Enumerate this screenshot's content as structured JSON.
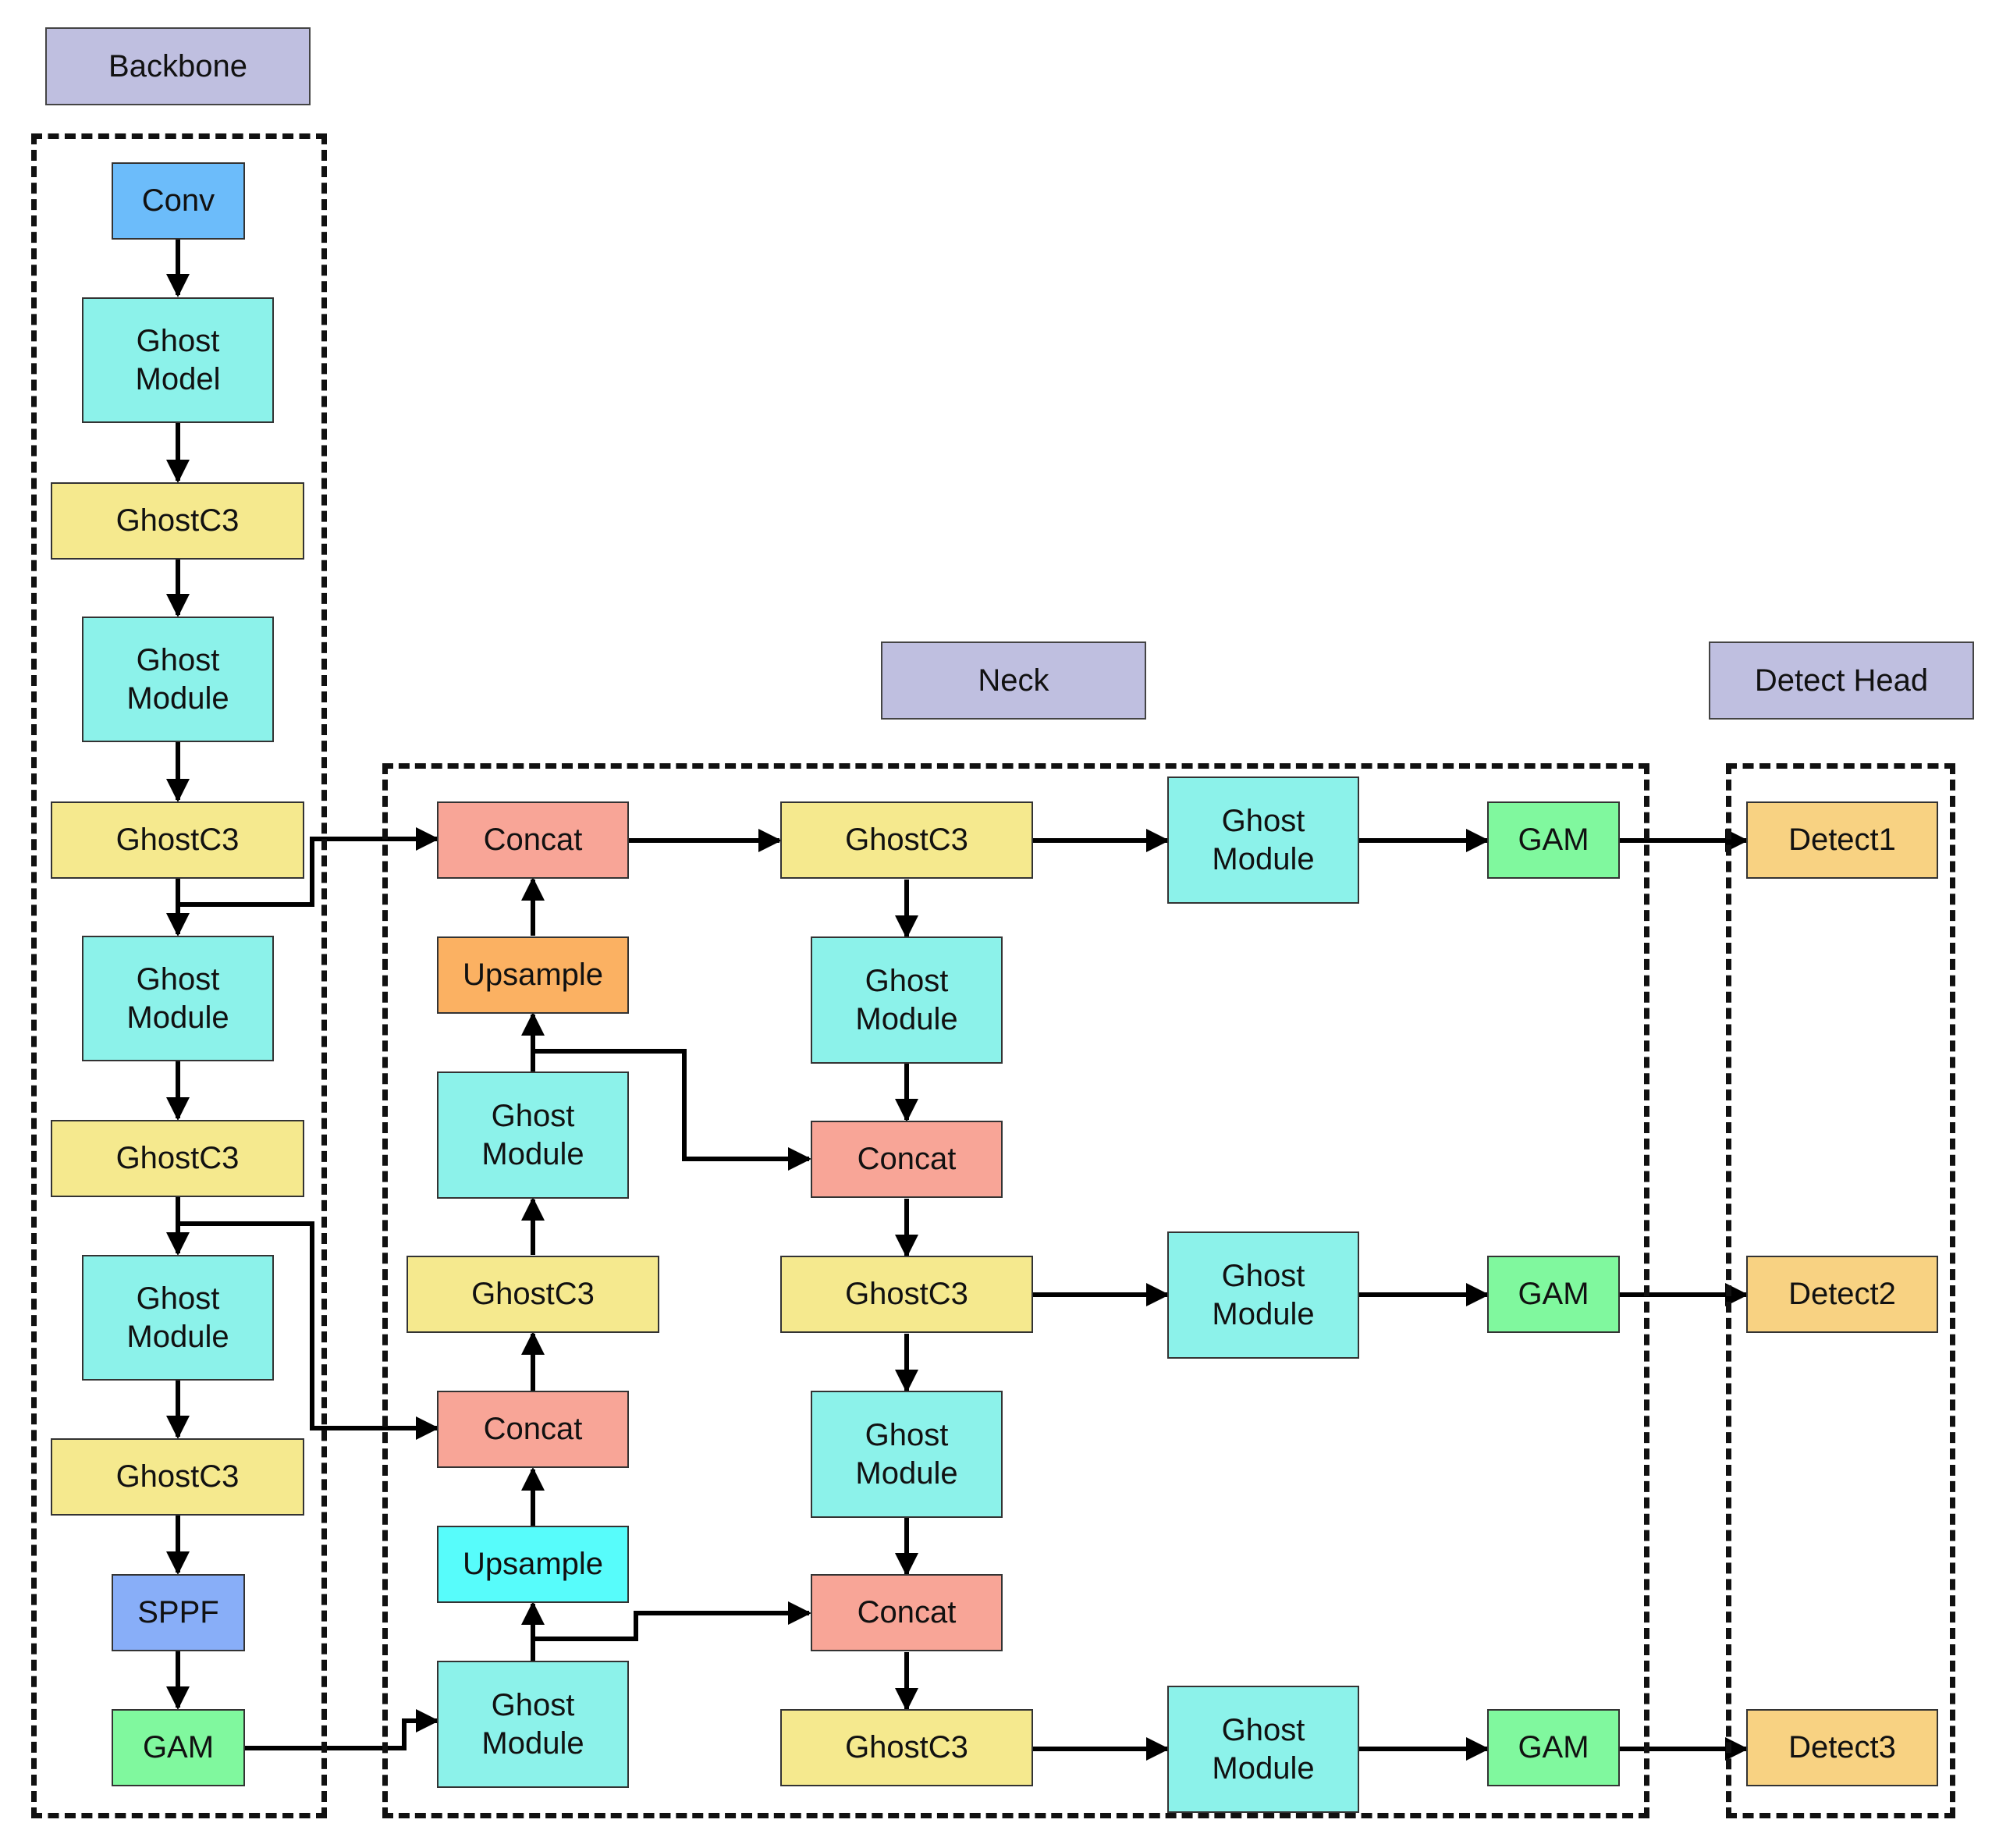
{
  "colors": {
    "header": "#bfbfe0",
    "conv": "#6cbcfa",
    "ghost": "#8cf2ea",
    "ghostc3": "#f5e98e",
    "concat": "#f8a597",
    "upsample_orange": "#fbb162",
    "upsample_cyan": "#57fcfb",
    "sppf": "#88aef8",
    "gam": "#80f89e",
    "detect": "#f8d282"
  },
  "headers": {
    "backbone": "Backbone",
    "neck": "Neck",
    "head": "Detect Head"
  },
  "nodes": {
    "conv": "Conv",
    "ghost_model": "Ghost\nModel",
    "bb_c3_1": "GhostC3",
    "bb_gm_1": "Ghost\nModule",
    "bb_c3_2": "GhostC3",
    "bb_gm_2": "Ghost\nModule",
    "bb_c3_3": "GhostC3",
    "bb_gm_3": "Ghost\nModule",
    "bb_c3_4": "GhostC3",
    "sppf": "SPPF",
    "bb_gam": "GAM",
    "n_concat_1": "Concat",
    "n_upsample_1": "Upsample",
    "n_gm_1": "Ghost\nModule",
    "n_c3_1": "GhostC3",
    "n_concat_2": "Concat",
    "n_upsample_2": "Upsample",
    "n_gm_2": "Ghost\nModule",
    "m_c3_1": "GhostC3",
    "m_gm_1": "Ghost\nModule",
    "m_concat_1": "Concat",
    "m_c3_2": "GhostC3",
    "m_gm_2": "Ghost\nModule",
    "m_concat_2": "Concat",
    "m_c3_3": "GhostC3",
    "r_gm_1": "Ghost\nModule",
    "r_gam_1": "GAM",
    "r_gm_2": "Ghost\nModule",
    "r_gam_2": "GAM",
    "r_gm_3": "Ghost\nModule",
    "r_gam_3": "GAM",
    "detect1": "Detect1",
    "detect2": "Detect2",
    "detect3": "Detect3"
  }
}
